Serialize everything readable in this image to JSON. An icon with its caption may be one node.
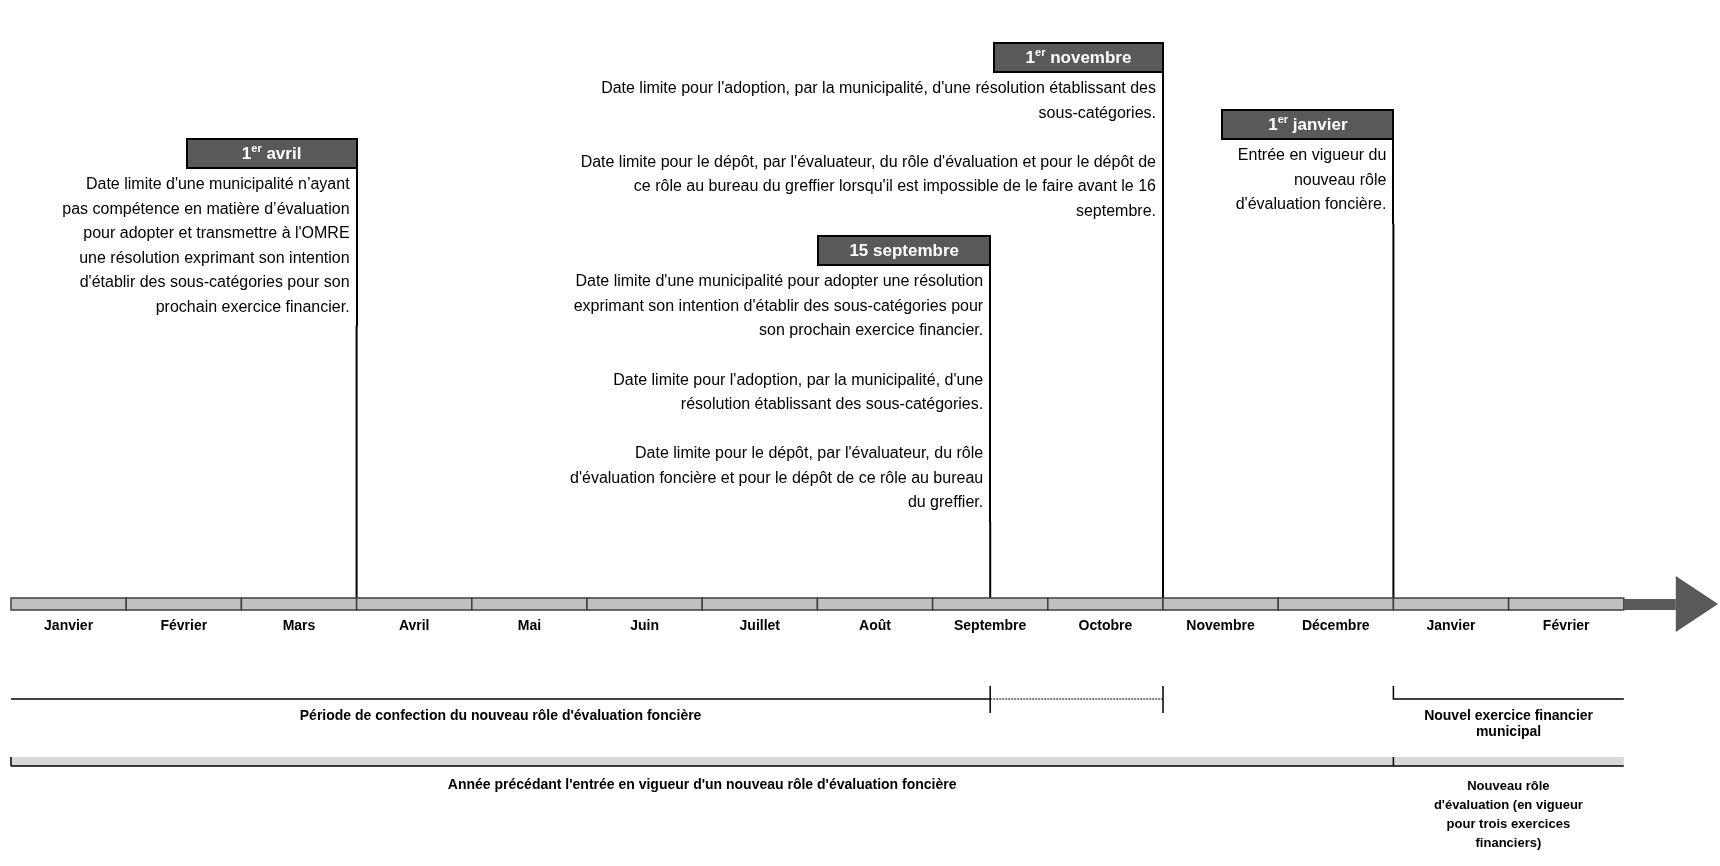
{
  "diagram": {
    "nodes": [
      {
        "text": [
          "1$^{er}$ avril",
          "Date limite d'une municipalité n’ayant pas compétence en matière d’évaluation pour adopter et transmettre à l'OMRE une résolution exprimant son intention d'établir des sous-catégories pour son prochain exercice financier."
        ]
      },
      {
        "text": [
          "15 septembre",
          "Date limite d'une municipalité pour adopter une résolution exprimant son intention d'établir des sous-catégories pour son prochain exercice financier.",
          "Date limite pour l'adoption, par la municipalité, d'une résolution établissant des sous-catégories.",
          "Date limite pour le dépôt, par l'évaluateur, du rôle d'évaluation foncière et pour le dépôt de ce rôle au bureau du greffier."
        ]
      },
      {
        "text": [
          "1$^{er}$ novembre",
          "Date limite pour l'adoption, par la municipalité, d'une résolution établissant des sous-catégories.",
          "Date limite pour le dépôt, par l'évaluateur, du rôle d'évaluation et pour le dépôt de ce rôle au bureau du greffier lorsqu'il est impossible de le faire avant le 16 septembre."
        ]
      },
      {
        "text": [
          "1$^{er}$ janvier",
          "Entrée en vigueur du nouveau rôle d'évaluation foncière."
        ]
      }
    ],
    "labels": [
      "Janvier",
      "Février",
      "Mars",
      "Avril",
      "Mai",
      "Juin",
      "Juillet",
      "Août",
      "Septembre",
      "Octobre",
      "Novembre",
      "Décembre",
      "Janvier",
      "Février",
      "Période de confection du nouveau rôle d'évaluation foncière",
      "Nouvel exercice financier municipal",
      "Année précédant l'entrée en vigueur d'un nouveau rôle d'évaluation foncière",
      "Nouveau rôle d'évaluation (en vigueur pour trois exercices financiers)"
    ]
  }
}
